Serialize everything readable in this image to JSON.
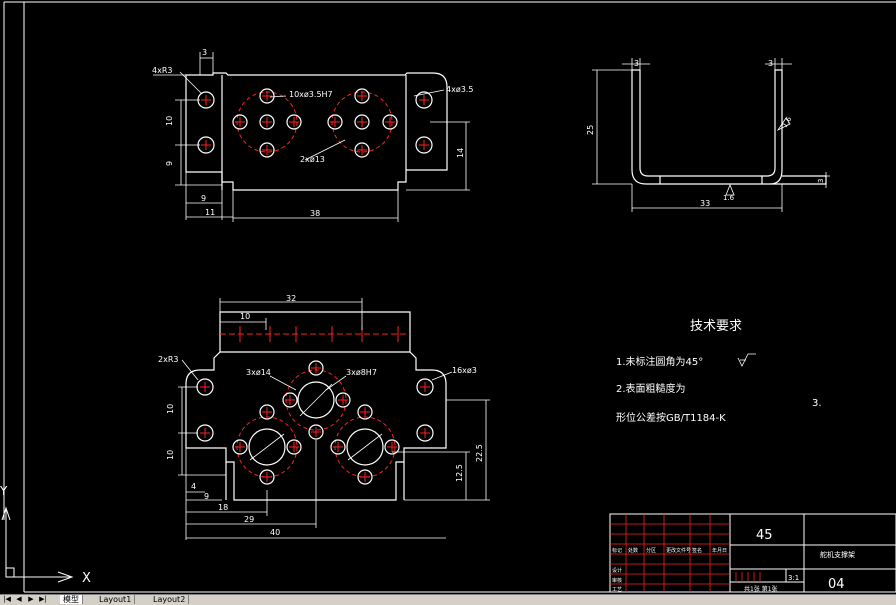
{
  "top_view": {
    "radius_note": "4xR3",
    "small_hole_note": "4xø3.5",
    "pin_hole_note": "10xø3.5H7",
    "bolt_circle_note": "2xø13",
    "dim_top": "3",
    "dim_left_10": "10",
    "dim_left_9": "9",
    "dim_bottom_9": "9",
    "dim_bottom_11": "11",
    "dim_bottom_38": "38",
    "dim_right_14": "14"
  },
  "side_view": {
    "dim_left_thk": "3",
    "dim_right_thk": "3",
    "dim_height": "25",
    "dim_width": "33",
    "dim_end": "3",
    "roughness_1": "1.6",
    "roughness_2": "1.6"
  },
  "bottom_view": {
    "dim_32": "32",
    "dim_10": "10",
    "radius_note": "2xR3",
    "hole_note_1": "3xø14",
    "hole_note_2": "3xø8H7",
    "hole_note_3": "16xø3",
    "dim_left_10a": "10",
    "dim_left_10b": "10",
    "dim_4": "4",
    "dim_9": "9",
    "dim_18": "18",
    "dim_29": "29",
    "dim_40": "40",
    "dim_12_5": "12.5",
    "dim_22_5": "22.5"
  },
  "notes": {
    "title": "技术要求",
    "line1": "1.未标注圆角为45°",
    "line2": "2.表面粗糙度为",
    "line3": "形位公差按GB/T1184-K",
    "line3_num": "3."
  },
  "title_block": {
    "material": "45",
    "part_name": "舵机支撑架",
    "scale": "3:1",
    "drawing_no": "04",
    "sheet_info": "共1张 第1张",
    "header_cells": [
      "标记",
      "处数",
      "分区",
      "更改文件号",
      "签名",
      "年月日"
    ],
    "row_labels": [
      "设计",
      "审核",
      "工艺"
    ]
  },
  "ucs": {
    "y_label": "Y",
    "x_label": "X"
  },
  "tabs": {
    "nav_buttons": [
      "|◀",
      "◀",
      "▶",
      "▶|"
    ],
    "items": [
      "模型",
      "Layout1",
      "Layout2"
    ],
    "active_index": 0
  },
  "colors": {
    "background": "#000000",
    "line_white": "#ffffff",
    "center_red": "#ff2020",
    "tabbar": "#d4d0c8"
  }
}
